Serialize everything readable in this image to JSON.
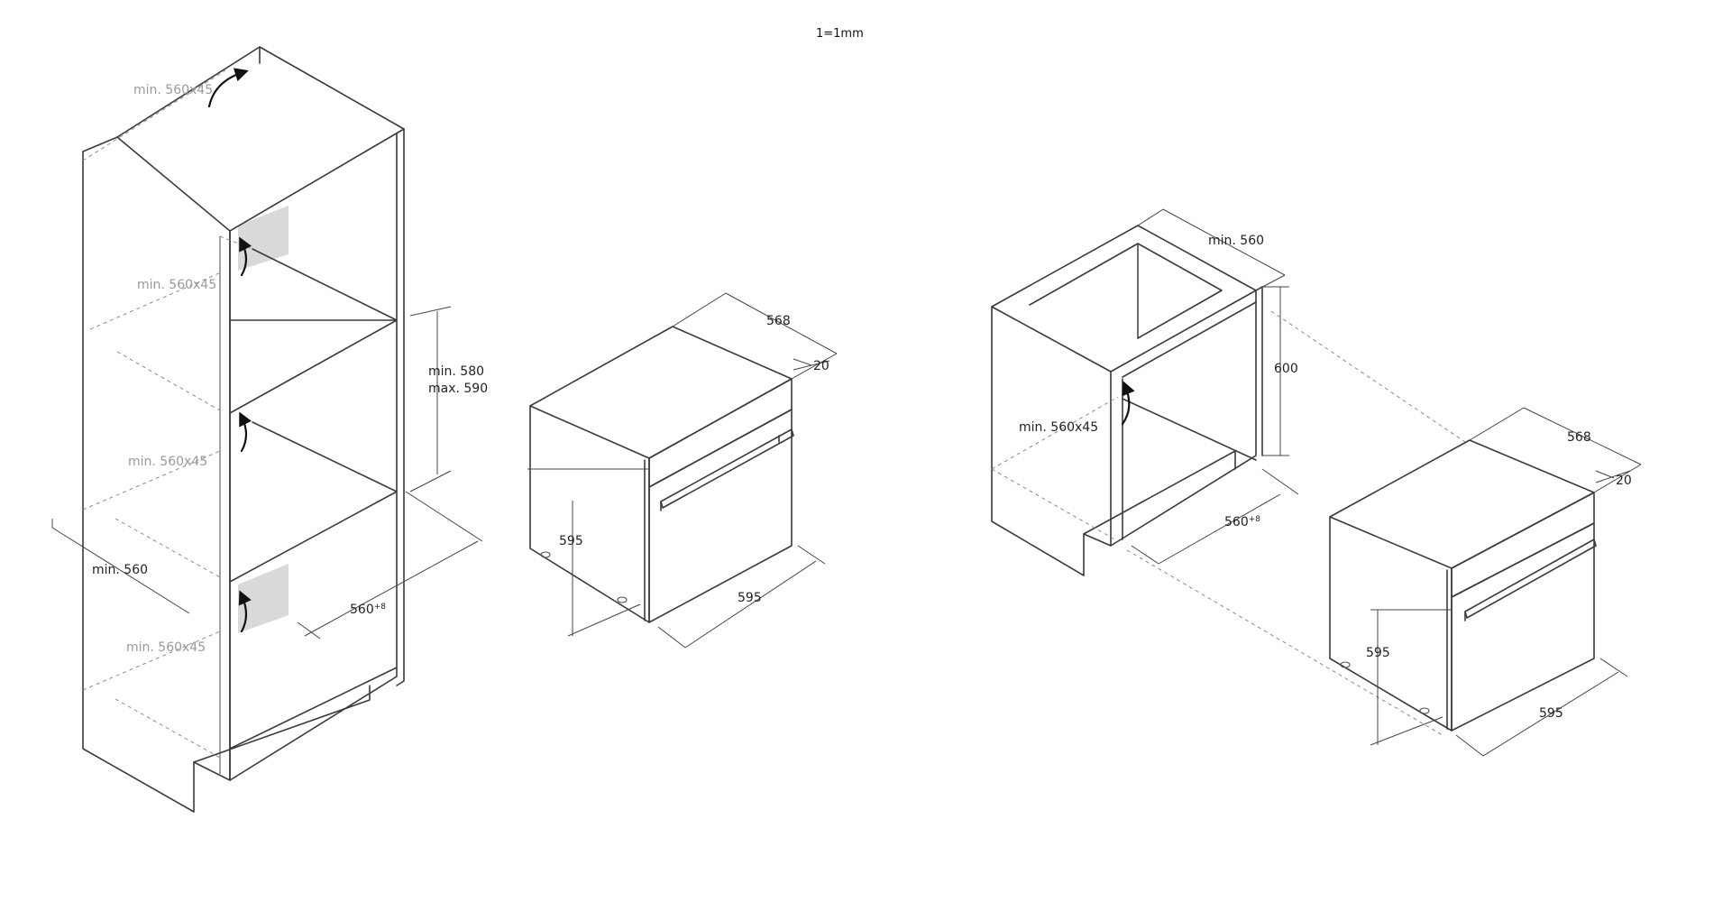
{
  "scale_note": "1=1mm",
  "tall_cabinet": {
    "vent_top": "min. 560x45",
    "vent_upper": "min. 560x45",
    "vent_middle": "min. 560x45",
    "vent_lower": "min. 560x45",
    "niche_height_min": "min. 580",
    "niche_height_max": "max. 590",
    "depth_min": "min. 560",
    "width": "560",
    "width_tolerance": "+8"
  },
  "oven_left": {
    "depth": "568",
    "door_thickness": "20",
    "height": "595",
    "width": "595"
  },
  "under_counter": {
    "depth_min": "min. 560",
    "height": "600",
    "vent": "min. 560x45",
    "width": "560",
    "width_tolerance": "+8"
  },
  "oven_right": {
    "depth": "568",
    "door_thickness": "20",
    "height": "595",
    "width": "595"
  }
}
